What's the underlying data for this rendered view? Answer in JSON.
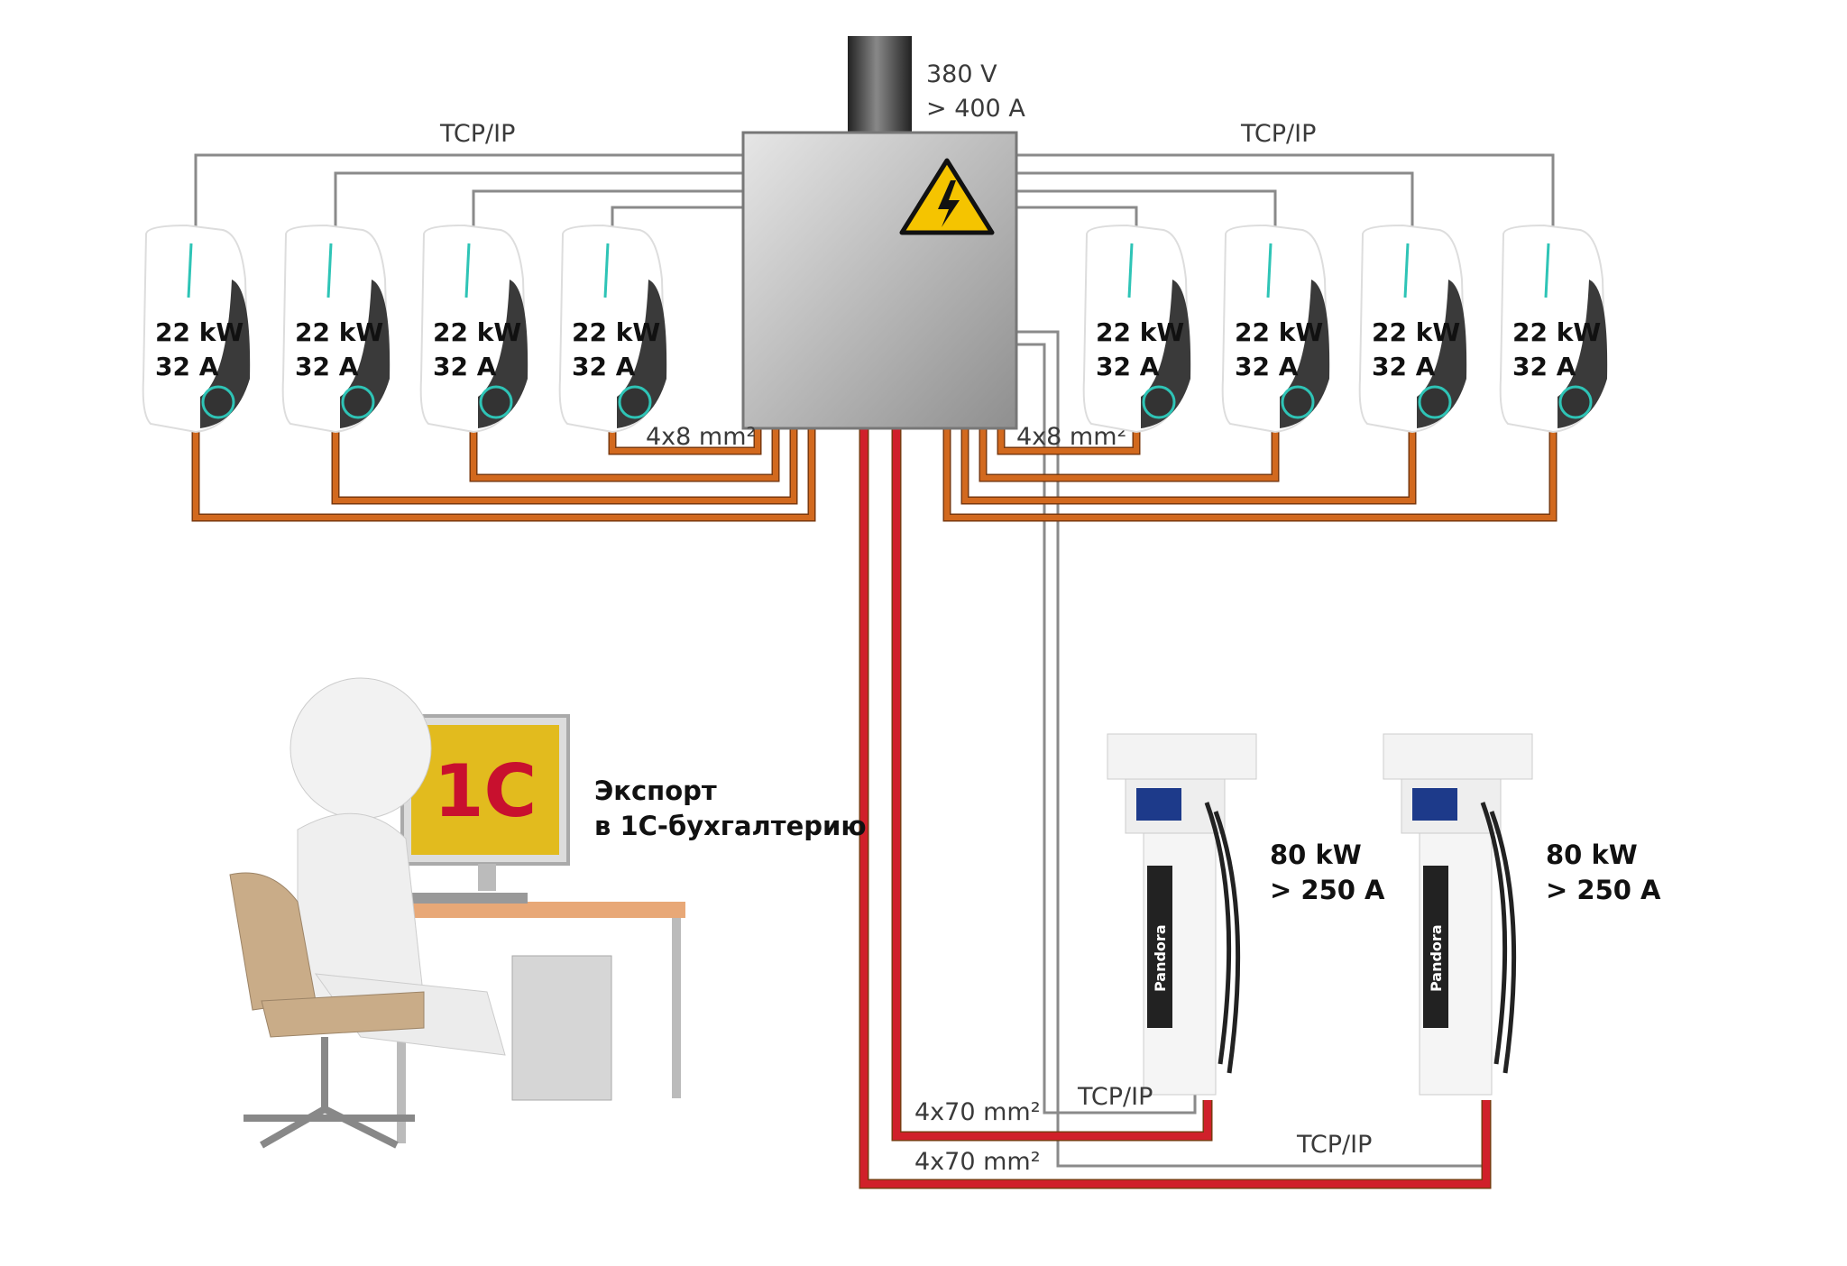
{
  "supply": {
    "voltage": "380 V",
    "current": "> 400 A"
  },
  "network_left": "TCP/IP",
  "network_right": "TCP/IP",
  "ac_cable_left": "4x8 mm²",
  "ac_cable_right": "4x8 mm²",
  "ac_chargers": [
    {
      "power": "22 kW",
      "current": "32 A"
    },
    {
      "power": "22 kW",
      "current": "32 A"
    },
    {
      "power": "22 kW",
      "current": "32 A"
    },
    {
      "power": "22 kW",
      "current": "32 A"
    },
    {
      "power": "22 kW",
      "current": "32 A"
    },
    {
      "power": "22 kW",
      "current": "32 A"
    },
    {
      "power": "22 kW",
      "current": "32 A"
    },
    {
      "power": "22 kW",
      "current": "32 A"
    }
  ],
  "dc_chargers": [
    {
      "power": "80 kW",
      "current": "> 250 A",
      "brand": "Pandora"
    },
    {
      "power": "80 kW",
      "current": "> 250 A",
      "brand": "Pandora"
    }
  ],
  "dc_cable_1": "4x70 mm²",
  "dc_cable_2": "4x70 mm²",
  "dc_network_1": "TCP/IP",
  "dc_network_2": "TCP/IP",
  "export": {
    "line1": "Экспорт",
    "line2": "в 1С-бухгалтерию",
    "logo": "1С"
  },
  "colors": {
    "ac_cable": "#d2691e",
    "dc_cable": "#d0202a",
    "network": "#8a8a8a",
    "cabinet": "#b8b8b8",
    "warning": "#f5c400",
    "accent": "#2ec4b6"
  }
}
